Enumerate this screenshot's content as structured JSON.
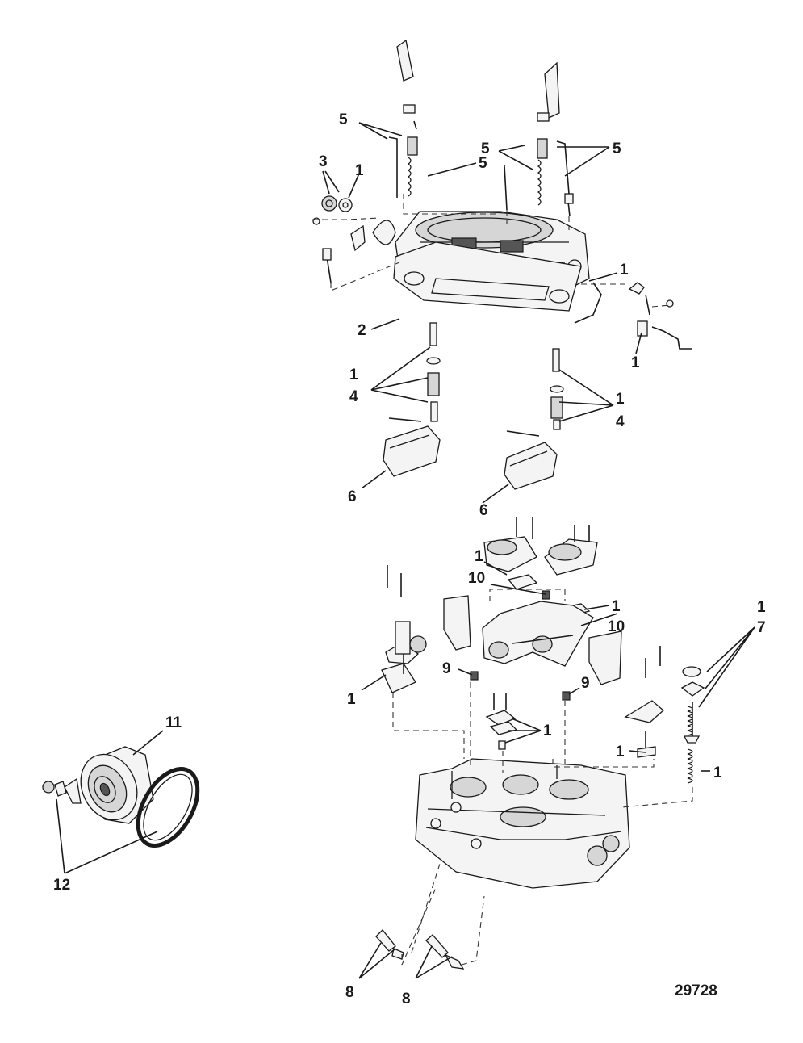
{
  "figure_number": "29728",
  "callouts": {
    "c1": "1",
    "c2": "2",
    "c3": "3",
    "c4": "4",
    "c5": "5",
    "c6": "6",
    "c7": "7",
    "c8": "8",
    "c9": "9",
    "c10": "10",
    "c11": "11",
    "c12": "12"
  }
}
